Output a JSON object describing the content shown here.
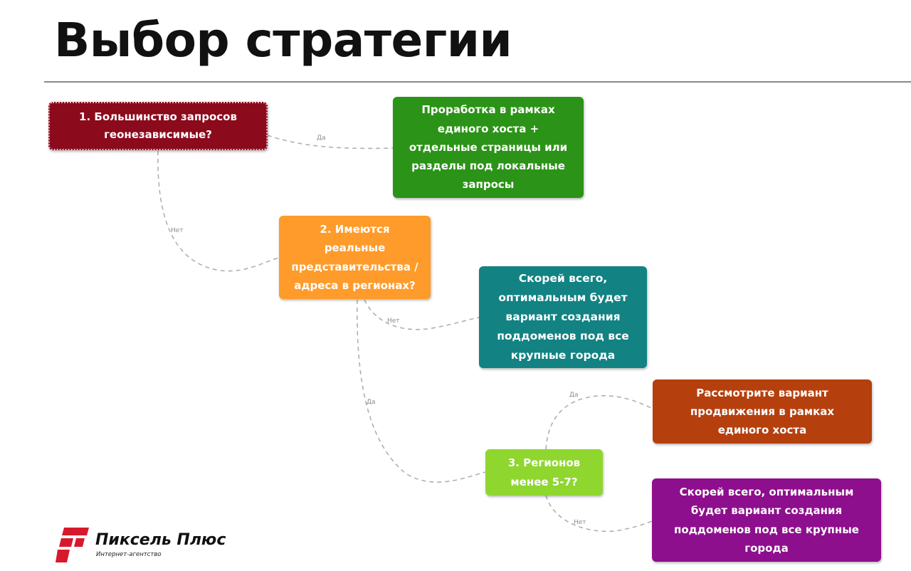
{
  "slide": {
    "title": "Выбор стратегии"
  },
  "colors": {
    "q1": "#8b0a1c",
    "a1": "#2b9317",
    "q2": "#ff9b2a",
    "a2": "#128283",
    "a3": "#b5400e",
    "q3": "#8fd62f",
    "a4": "#8e0f8d",
    "connector": "#b0b0b0",
    "logo_red": "#d7192c"
  },
  "nodes": {
    "q1": {
      "lines": [
        "1. Большинство запросов",
        "геонезависимые?"
      ]
    },
    "a1": {
      "lines": [
        "Проработка в рамках",
        "единого хоста +",
        "отдельные страницы или",
        "разделы под локальные",
        "запросы"
      ]
    },
    "q2": {
      "lines": [
        "2. Имеются",
        "реальные",
        "представительства /",
        "адреса в регионах?"
      ]
    },
    "a2": {
      "lines": [
        "Скорей всего,",
        "оптимальным будет",
        "вариант создания",
        "поддоменов под все",
        "крупные города"
      ]
    },
    "a3": {
      "lines": [
        "Рассмотрите вариант",
        "продвижения в рамках",
        "единого хоста"
      ]
    },
    "q3": {
      "lines": [
        "3. Регионов",
        "менее 5-7?"
      ]
    },
    "a4": {
      "lines": [
        "Скорей всего, оптимальным",
        "будет вариант создания",
        "поддоменов под все крупные",
        "города"
      ]
    }
  },
  "edges": [
    {
      "from": "q1",
      "to": "a1",
      "label": "Да"
    },
    {
      "from": "q1",
      "to": "q2",
      "label": "Нет"
    },
    {
      "from": "q2",
      "to": "a2",
      "label": "Нет"
    },
    {
      "from": "q2",
      "to": "q3",
      "label": "Да"
    },
    {
      "from": "q3",
      "to": "a3",
      "label": "Да"
    },
    {
      "from": "q3",
      "to": "a4",
      "label": "Нет"
    }
  ],
  "logo": {
    "name": "Пиксель Плюс",
    "tagline": "Интернет-агентство"
  }
}
